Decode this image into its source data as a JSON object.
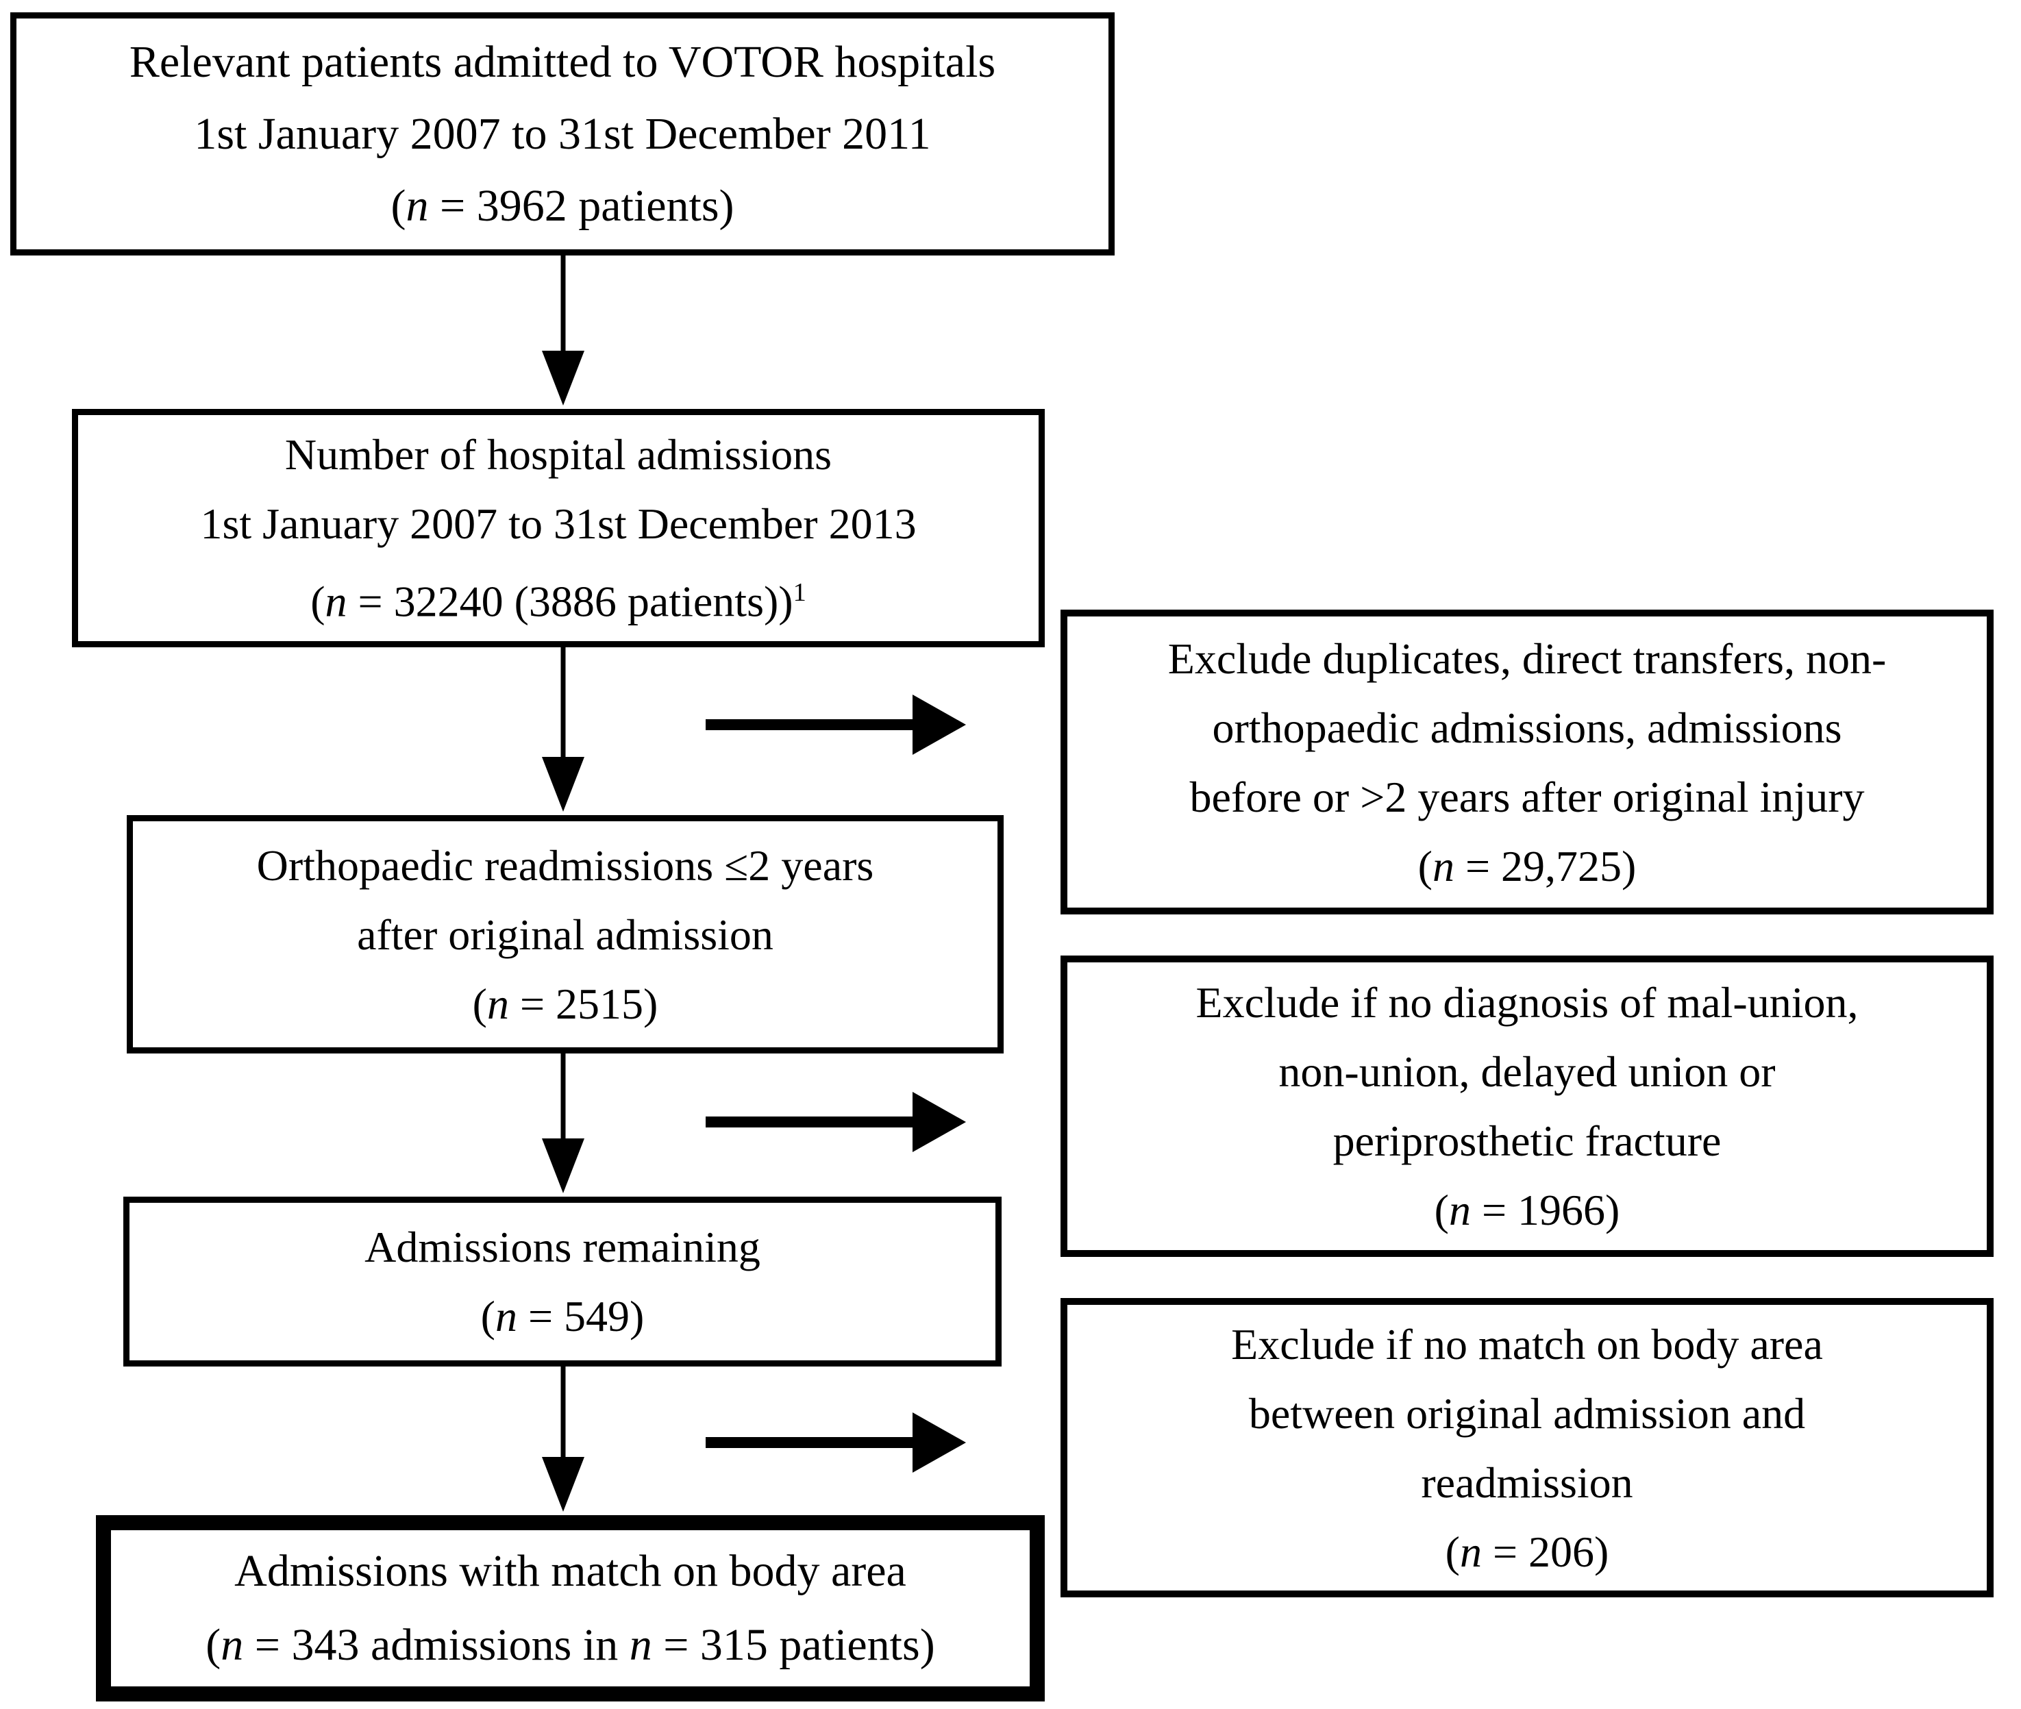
{
  "diagram": {
    "type": "flowchart",
    "colors": {
      "ink": "#000000",
      "paper": "#ffffff"
    },
    "left_boxes": [
      {
        "name": "relevant-patients",
        "lines": [
          [
            {
              "text": "Relevant patients admitted to VOTOR hospitals"
            }
          ],
          [
            {
              "text": "1st January 2007 to 31st December 2011"
            }
          ],
          [
            {
              "text": "("
            },
            {
              "text": "n",
              "italic": true
            },
            {
              "text": " = 3962 patients)"
            }
          ]
        ]
      },
      {
        "name": "hospital-admissions",
        "lines": [
          [
            {
              "text": "Number of hospital admissions"
            }
          ],
          [
            {
              "text": "1st January 2007 to 31st December 2013"
            }
          ],
          [
            {
              "text": "("
            },
            {
              "text": "n",
              "italic": true
            },
            {
              "text": " = 32240 (3886 patients))"
            },
            {
              "text": "1",
              "sup": true
            }
          ]
        ]
      },
      {
        "name": "orthopaedic-readmissions",
        "lines": [
          [
            {
              "text": "Orthopaedic readmissions ≤2 years"
            }
          ],
          [
            {
              "text": "after original admission"
            }
          ],
          [
            {
              "text": "("
            },
            {
              "text": "n",
              "italic": true
            },
            {
              "text": " = 2515)"
            }
          ]
        ]
      },
      {
        "name": "admissions-remaining",
        "lines": [
          [
            {
              "text": "Admissions remaining"
            }
          ],
          [
            {
              "text": "("
            },
            {
              "text": "n",
              "italic": true
            },
            {
              "text": " = 549)"
            }
          ]
        ]
      },
      {
        "name": "admissions-with-match",
        "lines": [
          [
            {
              "text": "Admissions with match on body area"
            }
          ],
          [
            {
              "text": "("
            },
            {
              "text": "n",
              "italic": true
            },
            {
              "text": " = 343 admissions in "
            },
            {
              "text": "n",
              "italic": true
            },
            {
              "text": " = 315 patients)"
            }
          ]
        ]
      }
    ],
    "right_boxes": [
      {
        "name": "exclude-duplicates",
        "lines": [
          [
            {
              "text": "Exclude duplicates, direct transfers, non-"
            }
          ],
          [
            {
              "text": "orthopaedic admissions, admissions"
            }
          ],
          [
            {
              "text": "before or >2 years after original injury"
            }
          ],
          [
            {
              "text": "("
            },
            {
              "text": "n",
              "italic": true
            },
            {
              "text": " = 29,725)"
            }
          ]
        ]
      },
      {
        "name": "exclude-no-diagnosis",
        "lines": [
          [
            {
              "text": "Exclude if no diagnosis of mal-union,"
            }
          ],
          [
            {
              "text": "non-union, delayed union or"
            }
          ],
          [
            {
              "text": "periprosthetic fracture"
            }
          ],
          [
            {
              "text": "("
            },
            {
              "text": "n",
              "italic": true
            },
            {
              "text": " = 1966)"
            }
          ]
        ]
      },
      {
        "name": "exclude-no-body-area-match",
        "lines": [
          [
            {
              "text": "Exclude if no match on body area"
            }
          ],
          [
            {
              "text": "between original admission and"
            }
          ],
          [
            {
              "text": "readmission"
            }
          ],
          [
            {
              "text": "("
            },
            {
              "text": "n",
              "italic": true
            },
            {
              "text": " = 206)"
            }
          ]
        ]
      }
    ]
  }
}
